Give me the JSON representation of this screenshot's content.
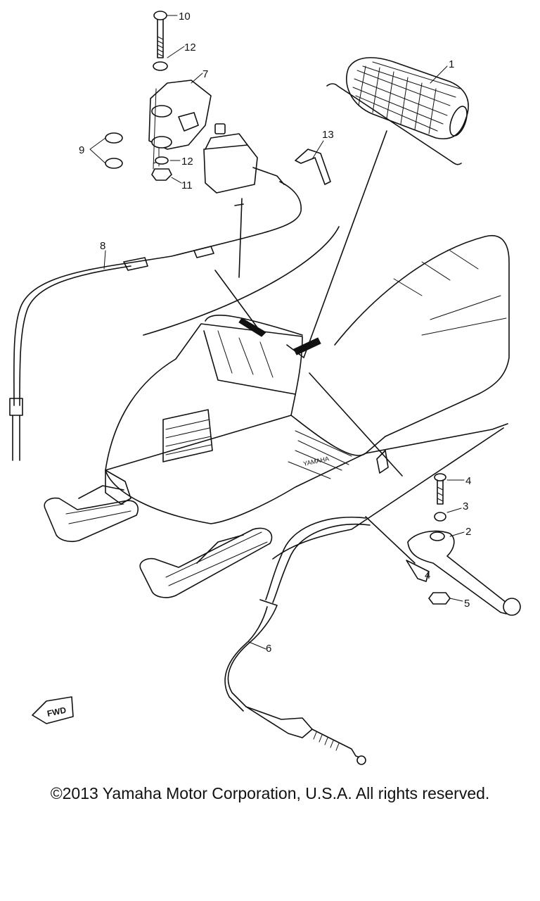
{
  "diagram": {
    "part_callouts": [
      {
        "id": "p1",
        "label": "1"
      },
      {
        "id": "p2",
        "label": "2"
      },
      {
        "id": "p3",
        "label": "3"
      },
      {
        "id": "p4",
        "label": "4"
      },
      {
        "id": "p5",
        "label": "5"
      },
      {
        "id": "p6",
        "label": "6"
      },
      {
        "id": "p7",
        "label": "7"
      },
      {
        "id": "p8",
        "label": "8"
      },
      {
        "id": "p9",
        "label": "9"
      },
      {
        "id": "p10",
        "label": "10"
      },
      {
        "id": "p11",
        "label": "11"
      },
      {
        "id": "p12a",
        "label": "12"
      },
      {
        "id": "p12b",
        "label": "12"
      },
      {
        "id": "p13",
        "label": "13"
      },
      {
        "id": "p4b",
        "label": "4"
      }
    ],
    "fwd_badge": "FWD",
    "hood_badge": "YAMAHA",
    "copyright": "©2013 Yamaha Motor Corporation, U.S.A. All rights reserved."
  }
}
